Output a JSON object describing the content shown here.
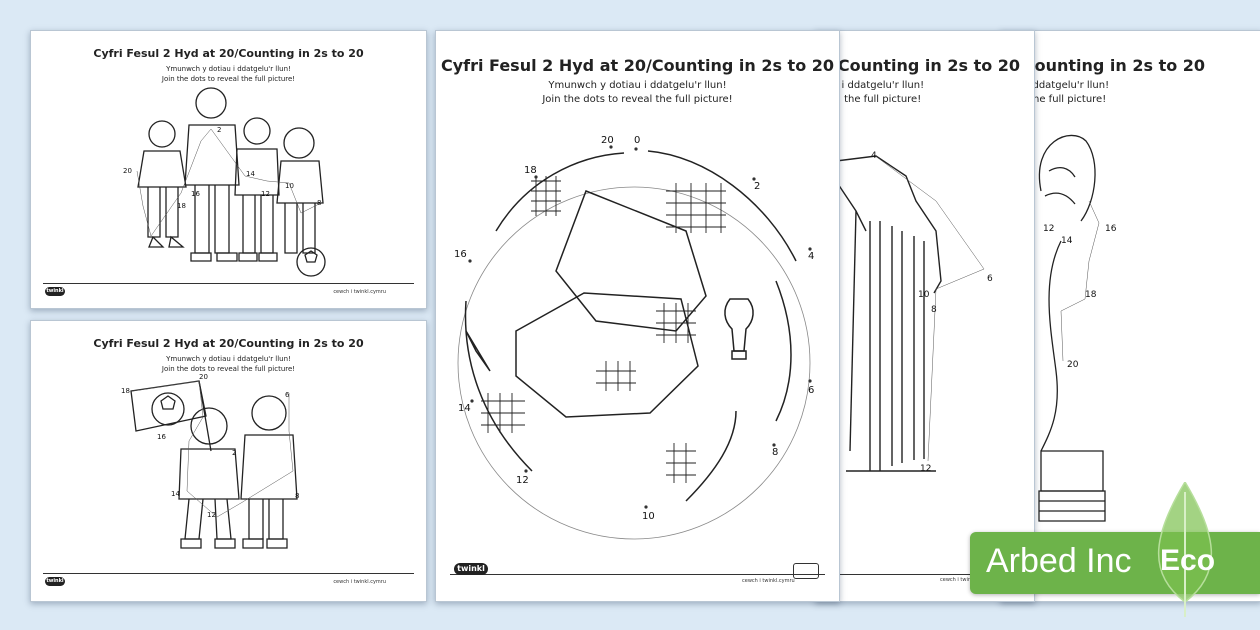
{
  "worksheet": {
    "title": "Cyfri Fesul 2 Hyd at 20/Counting in 2s to 20",
    "instruction_welsh": "Ymunwch y dotiau i ddatgelu'r llun!",
    "instruction_english": "Join the dots to reveal the full picture!",
    "logo_text": "twinkl",
    "footer_text": "cewch i twinkl.cymru",
    "title_fragment": "/Counting in 2s to 20",
    "sub_fragment_welsh": "u i ddatgelu'r llun!",
    "sub_fragment_english": "al the full picture!"
  },
  "ball_numbers": [
    "0",
    "2",
    "4",
    "6",
    "8",
    "10",
    "12",
    "14",
    "16",
    "18",
    "20"
  ],
  "shirt_numbers": [
    "4",
    "6",
    "8",
    "10",
    "12"
  ],
  "trophy_numbers": [
    "12",
    "14",
    "16",
    "18",
    "20"
  ],
  "kids_numbers": [
    "2",
    "20",
    "16",
    "18",
    "14",
    "12",
    "10",
    "8"
  ],
  "fans_numbers": [
    "18",
    "20",
    "16",
    "14",
    "12",
    "6",
    "2",
    "8"
  ],
  "badge": {
    "brand": "Arbed Inc",
    "tag": "Eco",
    "color": "#6db34a",
    "leaf_color": "#7cc04f"
  }
}
